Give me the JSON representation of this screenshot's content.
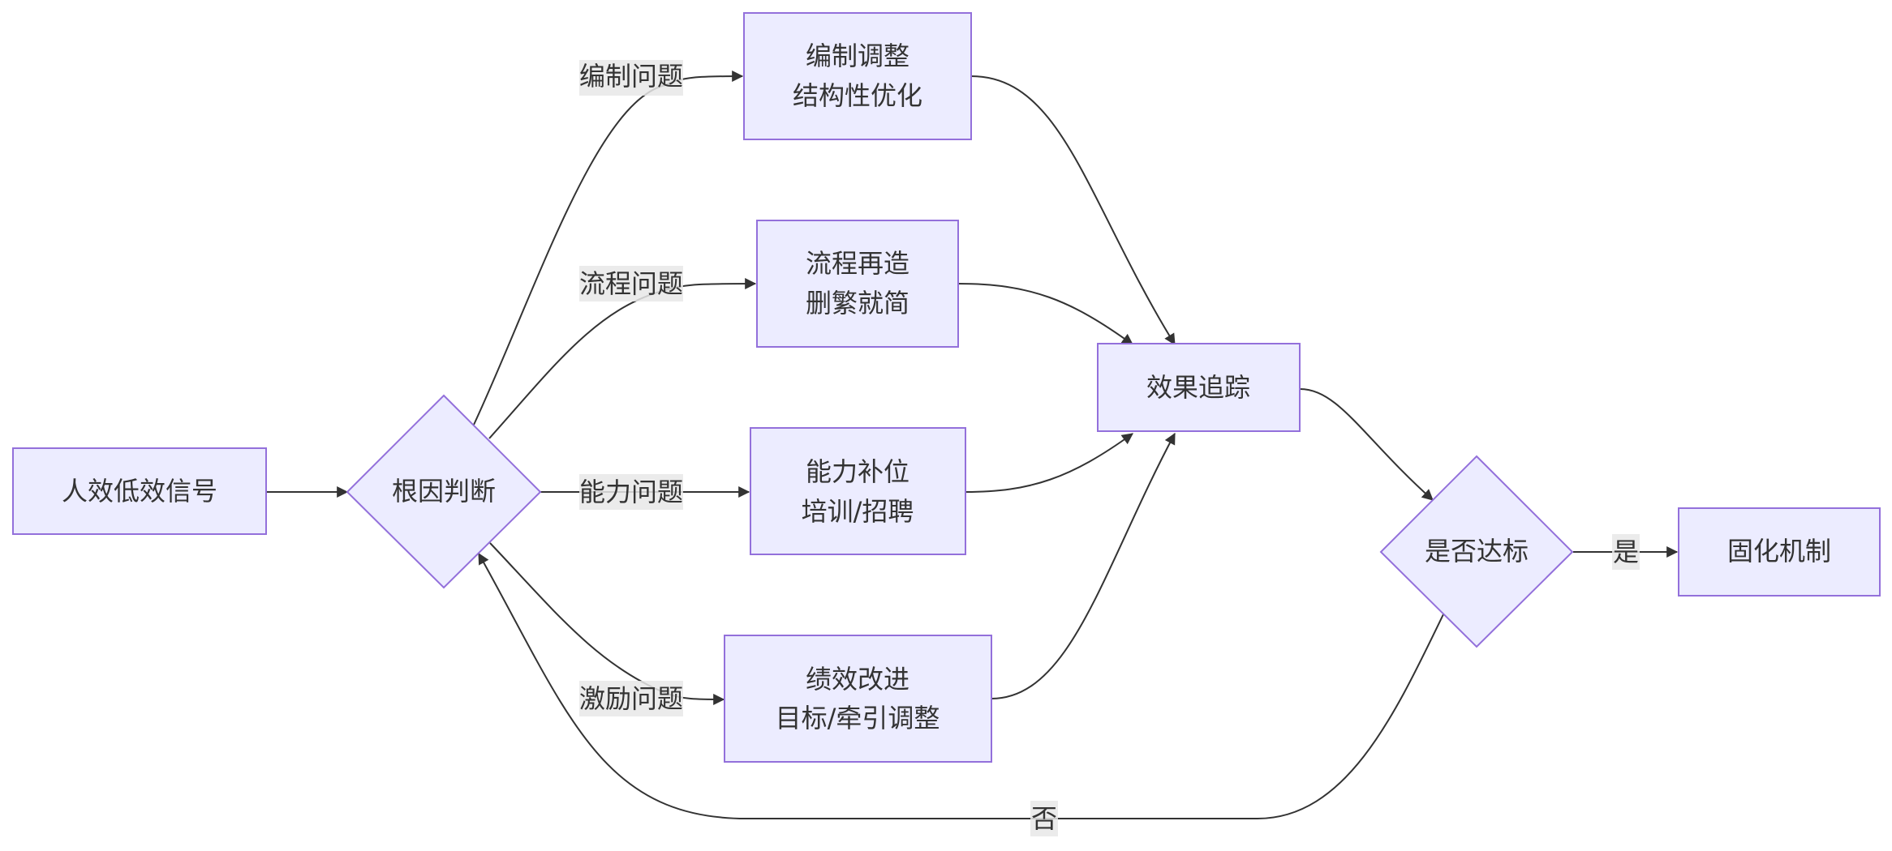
{
  "nodes": {
    "signal": [
      "人效低效信号"
    ],
    "root": [
      "根因判断"
    ],
    "org": [
      "编制调整",
      "结构性优化"
    ],
    "process": [
      "流程再造",
      "删繁就简"
    ],
    "capability": [
      "能力补位",
      "培训/招聘"
    ],
    "performance": [
      "绩效改进",
      "目标/牵引调整"
    ],
    "tracking": [
      "效果追踪"
    ],
    "check": [
      "是否达标"
    ],
    "solidify": [
      "固化机制"
    ]
  },
  "edges": {
    "org_issue": "编制问题",
    "process_issue": "流程问题",
    "capability_issue": "能力问题",
    "incentive_issue": "激励问题",
    "yes": "是",
    "no": "否"
  },
  "colors": {
    "node_fill": "#ececff",
    "node_stroke": "#9370db",
    "edge": "#333333",
    "label_bg": "#e8e8e8",
    "text": "#333333"
  }
}
